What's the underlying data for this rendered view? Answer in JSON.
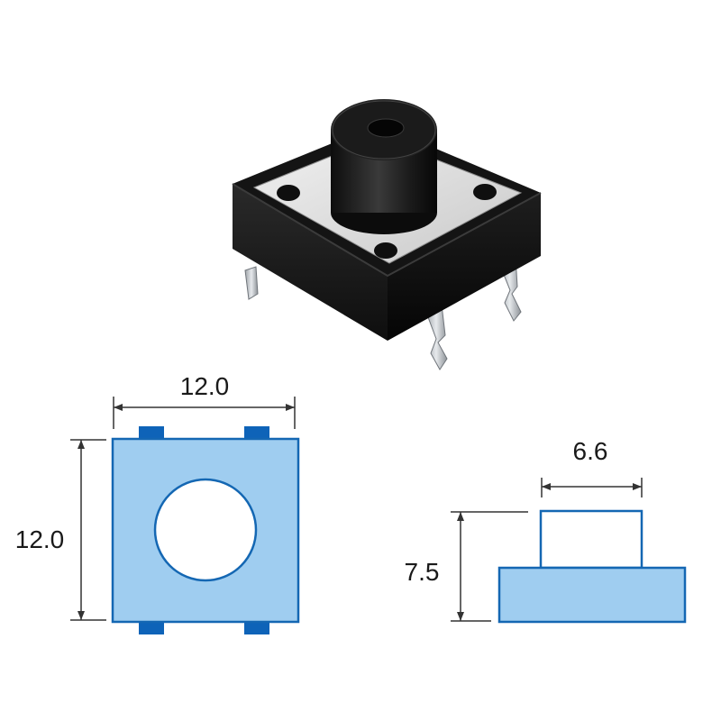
{
  "product_illustration": {
    "name": "tactile-switch-3d"
  },
  "top_view": {
    "width_label": "12.0",
    "height_label": "12.0"
  },
  "side_view": {
    "actuator_width_label": "6.6",
    "total_height_label": "7.5"
  },
  "colors": {
    "fill_light_blue": "#9fcdf0",
    "outline_blue": "#1467b3",
    "pad_blue": "#0e63b8",
    "dimension_line": "#333333",
    "housing_black": "#1c1c1c",
    "plate_gray": "#d9d9d9",
    "lead_silver": "#bfc3c7"
  }
}
